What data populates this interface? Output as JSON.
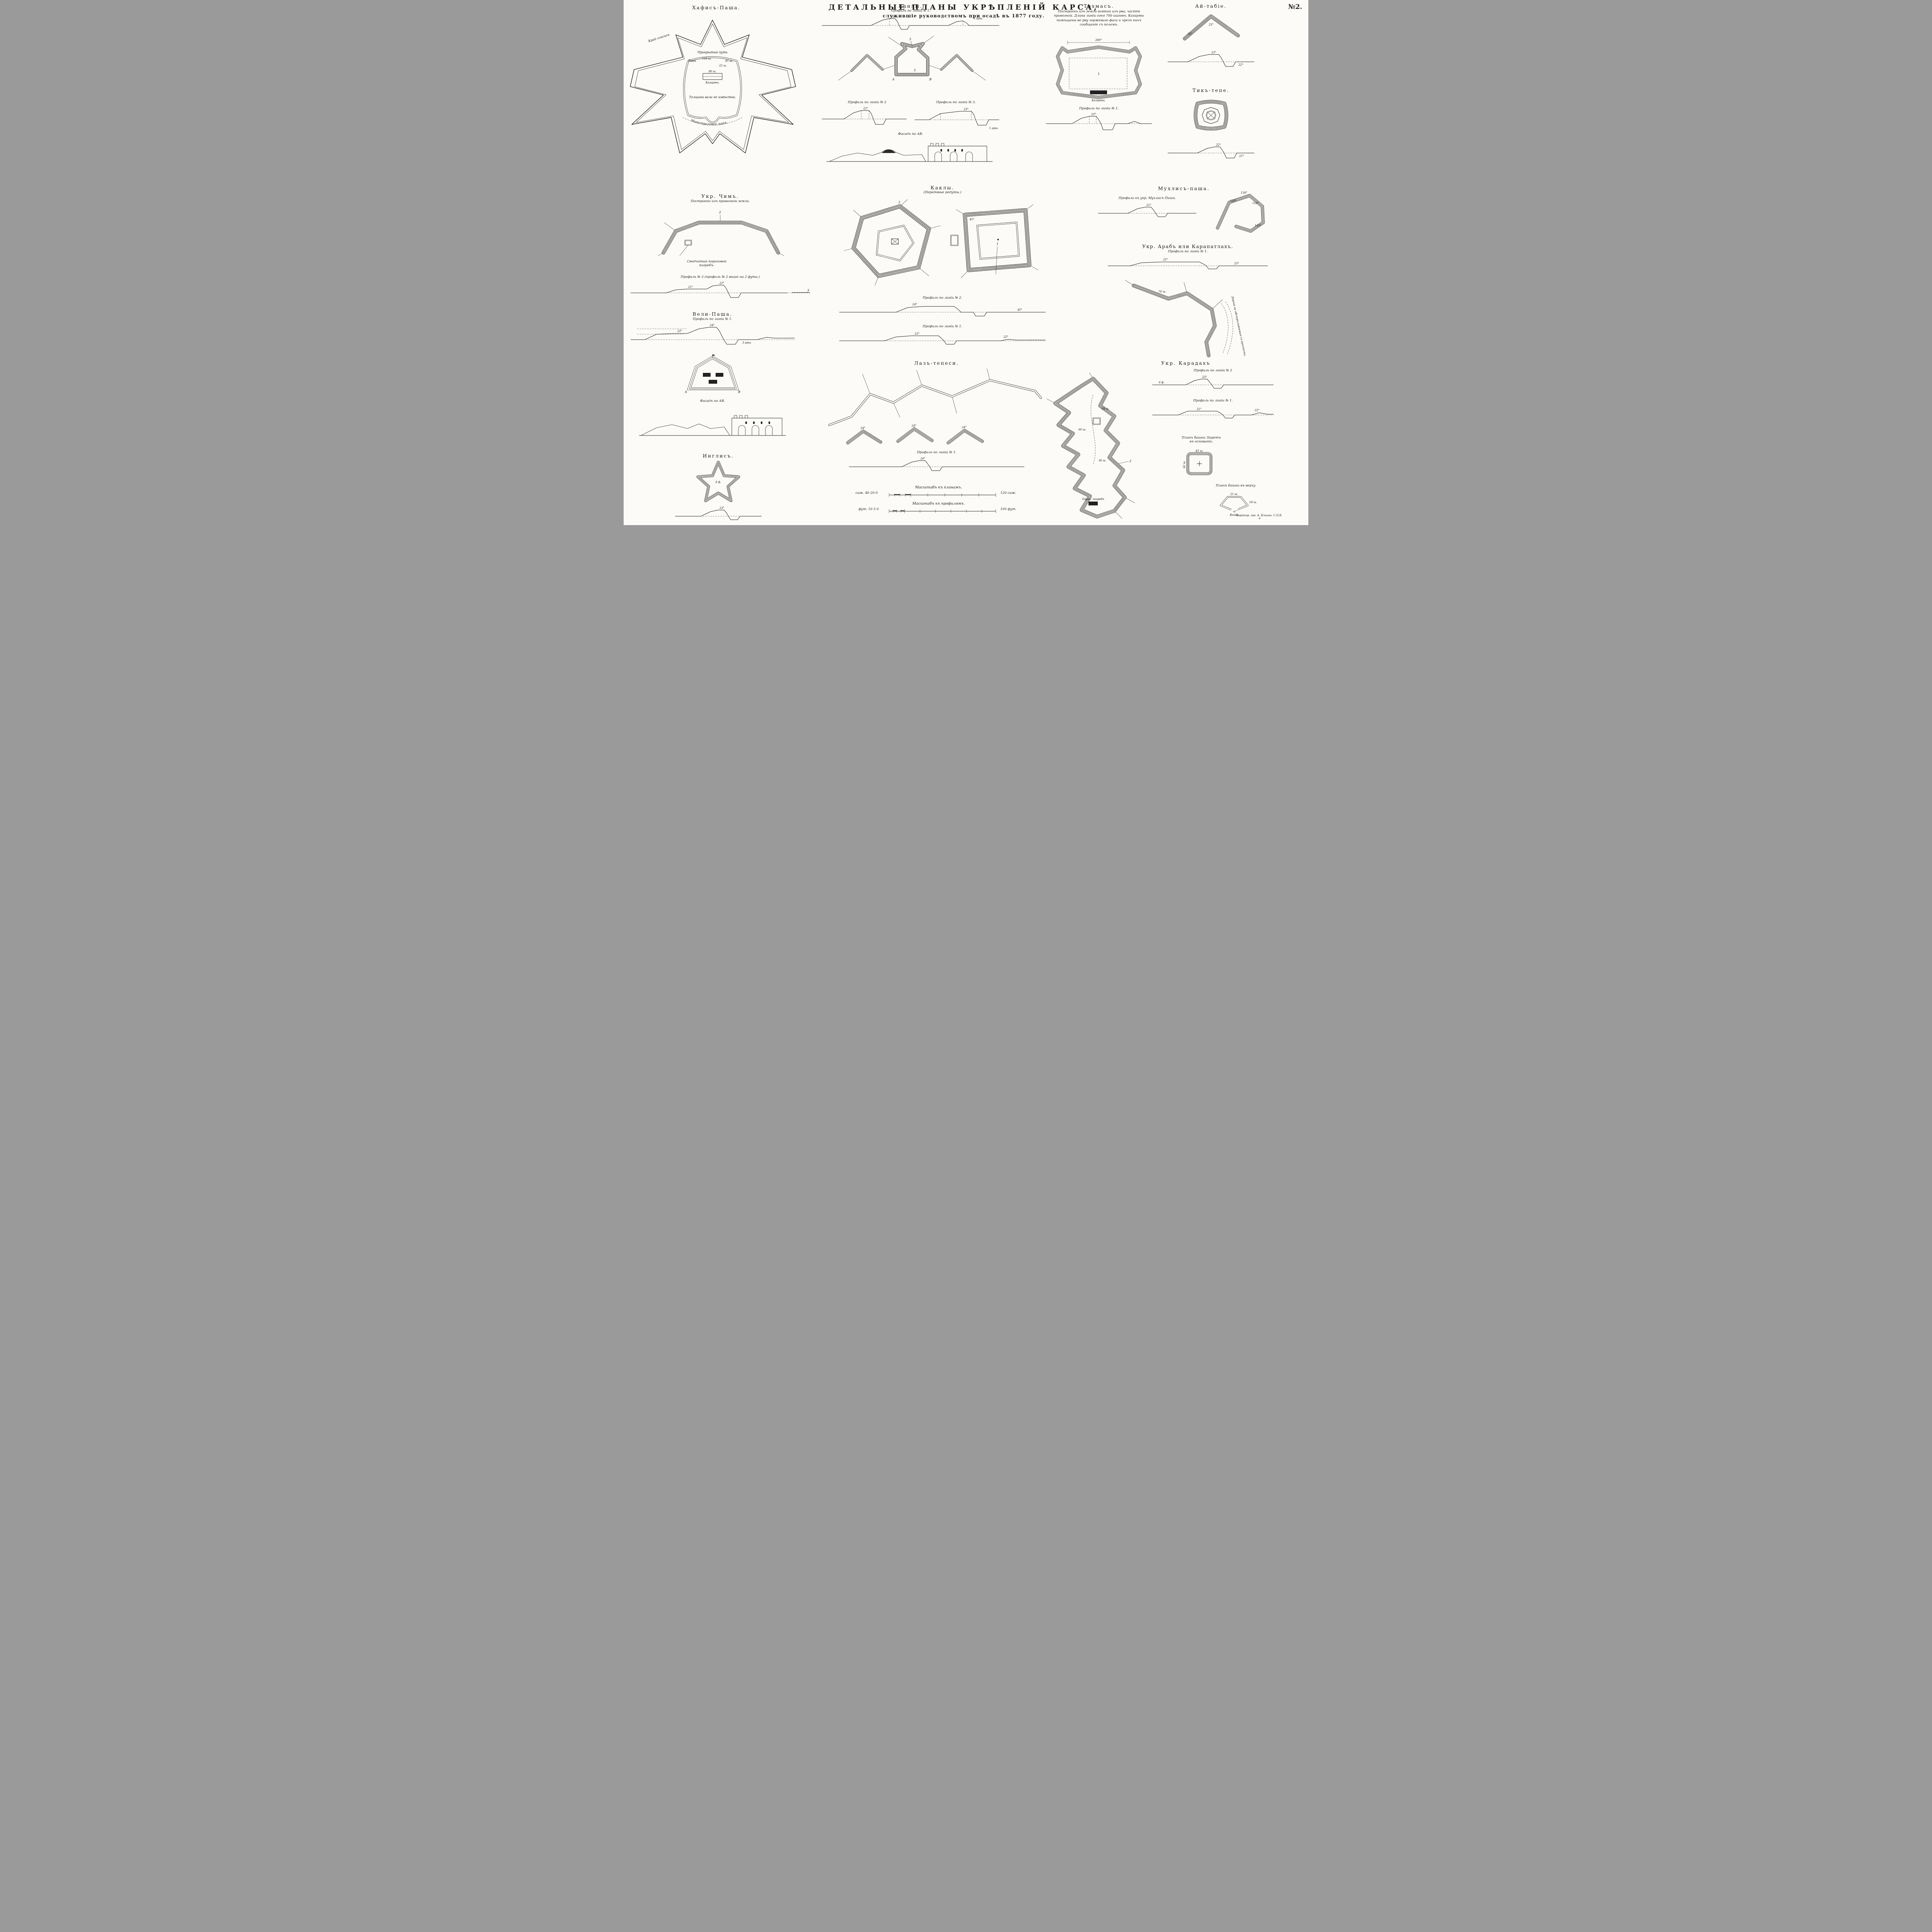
{
  "plate": {
    "number": "№2.",
    "title": "ДЕТАЛЬНЫЕ ПЛАНЫ УКРѢПЛЕНІЙ КАРСА,",
    "subtitle": "служившіе руководствомъ при осадѣ въ 1877 году.",
    "imprint": "Картогр. зав. А. Ильина. С.П.Б.",
    "ornament": "✳"
  },
  "refs": {
    "n1": "1",
    "n2": "2",
    "n3": "3",
    "a": "А",
    "b": "В"
  },
  "dims": {
    "d21": "21°",
    "d22": "22°",
    "d23": "23°",
    "d24": "24°",
    "d45": "45°",
    "d120": "120°",
    "d123": "123°",
    "d134": "134°",
    "d143": "143°",
    "d200": "200°",
    "arsh1": "1 арш.",
    "arsh3": "3 арш.",
    "f6": "6 ф.",
    "s18": "18 ш.",
    "s21": "21 ш.",
    "s22": "22 ш.",
    "s36": "36 ш.",
    "s42": "42 ш.",
    "s45": "45 ш.",
    "s60": "60 ш.",
    "s70": "70 ш.",
    "s80": "80 ш.",
    "s84": "84 ш.",
    "s85": "85 ш.",
    "s116": "116 ш.",
    "rov": "Ровъ"
  },
  "hafis": {
    "title": "Хафисъ-Паша.",
    "glacis": "Край гласиса.",
    "covered_way": "Прикрытый путь",
    "ditch": "Ровъ",
    "barracks": "Казармы.",
    "wall_note": "Толщина вала не извѣстна.",
    "magistral": "Магистральная линія."
  },
  "kanly": {
    "title": "Канлы.",
    "profile1": "Профиль по линіи № 1.",
    "profile2": "Профиль по линіи № 2",
    "profile3": "Профиль по линіи № 3.",
    "facade": "Фасадъ по АВ."
  },
  "tokhmas": {
    "title": "Тохмасъ.",
    "desc": "Построенъ изъ земли взятой изъ рва, частію привозной. Длина линіи огня 700 шаговъ. Казармы помѣщены во рву горжеваго фаса и чрезъ нихъ сообщеніе съ полемъ.",
    "barracks": "Казармы.",
    "profile1": "Профиль по линіи № 1."
  },
  "aitabie": {
    "title": "Ай-табіе."
  },
  "tiktepe": {
    "title": "Тикъ-тепе."
  },
  "chim": {
    "title": "Укр. Чимъ.",
    "sub": "Построено изъ привозной земли.",
    "cellar": "Сводчатый пороховой\nпогребъ.",
    "profile3": "Профиль № 3 (профиль № 2 выше на 2 фута.)"
  },
  "kakly": {
    "title": "Каклы.",
    "sub": "(Передовые редуты.)",
    "profile2": "Профиль по линіи № 2.",
    "profile1": "Профиль по линіи № 1."
  },
  "mukhlis": {
    "title": "Мухлисъ-паша.",
    "profile": "Профиль къ укр. Мухлисъ Паши."
  },
  "arab": {
    "title": "Укр. Арабъ или Карапатлахъ.",
    "profile1": "Профиль по линіи № 1.",
    "road": "Дорога не обстрѣливаемая съ крѣпости."
  },
  "veli": {
    "title": "Вели-Паша.",
    "profile1": "Профиль по линіи № 1.",
    "facade": "Фасадъ по АВ."
  },
  "inglis": {
    "title": "Инглисъ."
  },
  "laz": {
    "title": "Лазъ-тепеси.",
    "profile1": "Профиль по линіи № 1."
  },
  "scales": {
    "plans_title": "Масштабъ къ планамъ.",
    "plans_left": "саж. 40  20  0",
    "plans_right": "120 саж.",
    "profiles_title": "Масштабъ къ профилямъ.",
    "profiles_left": "фут. 10 5 0",
    "profiles_right": "105 фут."
  },
  "karadakh": {
    "title": "Укр. Карадахъ",
    "profile2": "Профиль по линіи № 2",
    "profile1": "Профиль по линіи № 1.",
    "tower_base": "Планъ башни Зіаретъ\nвъ основаніи.",
    "tower_top": "Планъ башни въ верху.",
    "entrance": "Входъ",
    "powder": "Порох. погребъ"
  }
}
